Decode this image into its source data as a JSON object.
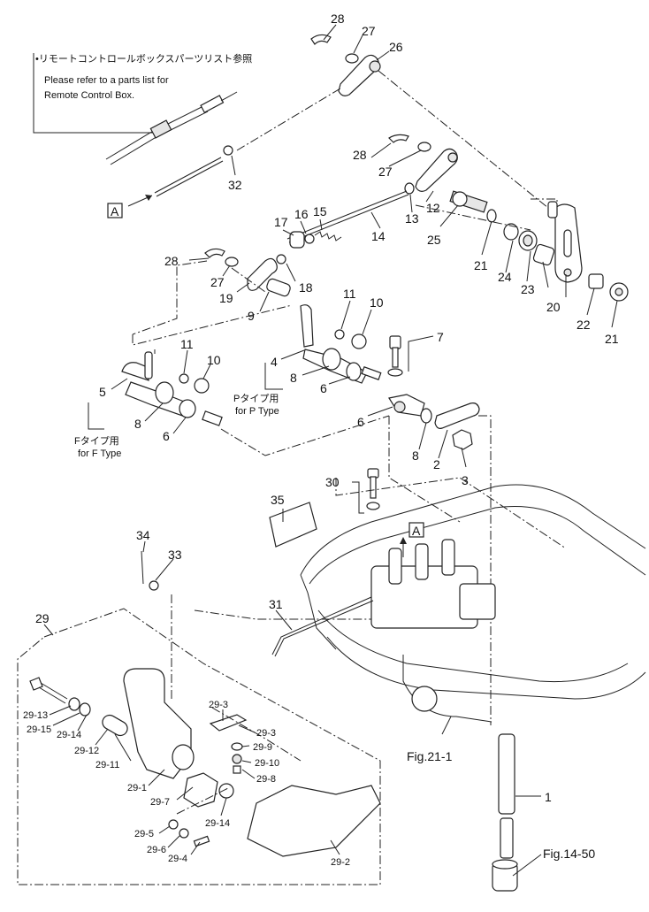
{
  "note": {
    "jp": "•リモートコントロールボックスパーツリスト参照",
    "en_line1": "Please refer to a parts list for",
    "en_line2": "Remote Control Box."
  },
  "ref_box_label": "A",
  "ptype": {
    "jp": "Pタイプ用",
    "en": "for P Type"
  },
  "ftype": {
    "jp": "Fタイプ用",
    "en": "for F Type"
  },
  "figrefs": {
    "fig21": "Fig.21-1",
    "fig14": "Fig.14-50"
  },
  "labels": {
    "p28a": "28",
    "p27a": "27",
    "p26": "26",
    "p32": "32",
    "p28b": "28",
    "p27b": "27",
    "p12": "12",
    "p13": "13",
    "p14": "14",
    "p25": "25",
    "p21a": "21",
    "p24": "24",
    "p23": "23",
    "p20": "20",
    "p22": "22",
    "p21b": "21",
    "p17": "17",
    "p16": "16",
    "p15": "15",
    "p28c": "28",
    "p27c": "27",
    "p19": "19",
    "p18": "18",
    "p9": "9",
    "p11a": "11",
    "p10a": "10",
    "p4": "4",
    "p8a": "8",
    "p6a": "6",
    "p7": "7",
    "p6b": "6",
    "p8b": "8",
    "p2": "2",
    "p3": "3",
    "p11b": "11",
    "p10b": "10",
    "p5": "5",
    "p8c": "8",
    "p6c": "6",
    "p30": "30",
    "p35": "35",
    "p34": "34",
    "p33": "33",
    "p31": "31",
    "p29": "29",
    "p1": "1",
    "s2913": "29-13",
    "s2915": "29-15",
    "s2914a": "29-14",
    "s2912": "29-12",
    "s2911": "29-11",
    "s291": "29-1",
    "s297": "29-7",
    "s293a": "29-3",
    "s293b": "29-3",
    "s299": "29-9",
    "s2910": "29-10",
    "s298": "29-8",
    "s2914b": "29-14",
    "s295": "29-5",
    "s296": "29-6",
    "s294": "29-4",
    "s292": "29-2"
  }
}
